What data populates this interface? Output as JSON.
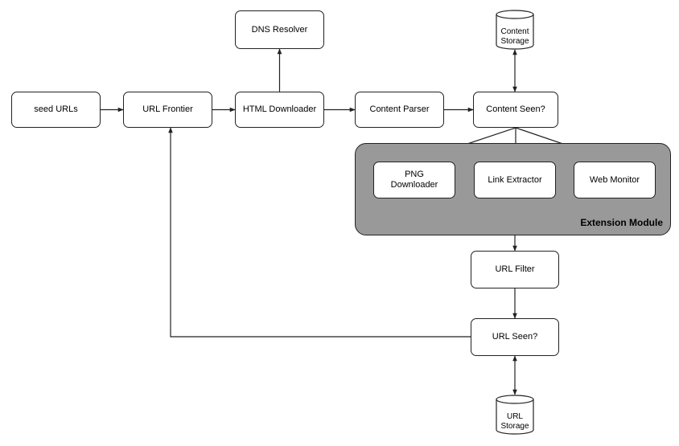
{
  "nodes": {
    "seed_urls": "seed URLs",
    "url_frontier": "URL Frontier",
    "html_downloader": "HTML Downloader",
    "dns_resolver": "DNS Resolver",
    "content_parser": "Content Parser",
    "content_seen": "Content Seen?",
    "png_downloader": "PNG\nDownloader",
    "link_extractor": "Link Extractor",
    "web_monitor": "Web Monitor",
    "url_filter": "URL Filter",
    "url_seen": "URL Seen?"
  },
  "storage": {
    "content_storage": "Content\nStorage",
    "url_storage": "URL\nStorage"
  },
  "extension_module": {
    "label": "Extension Module"
  },
  "colors": {
    "module_fill": "#999999",
    "line": "#222222",
    "node_fill": "#ffffff"
  }
}
